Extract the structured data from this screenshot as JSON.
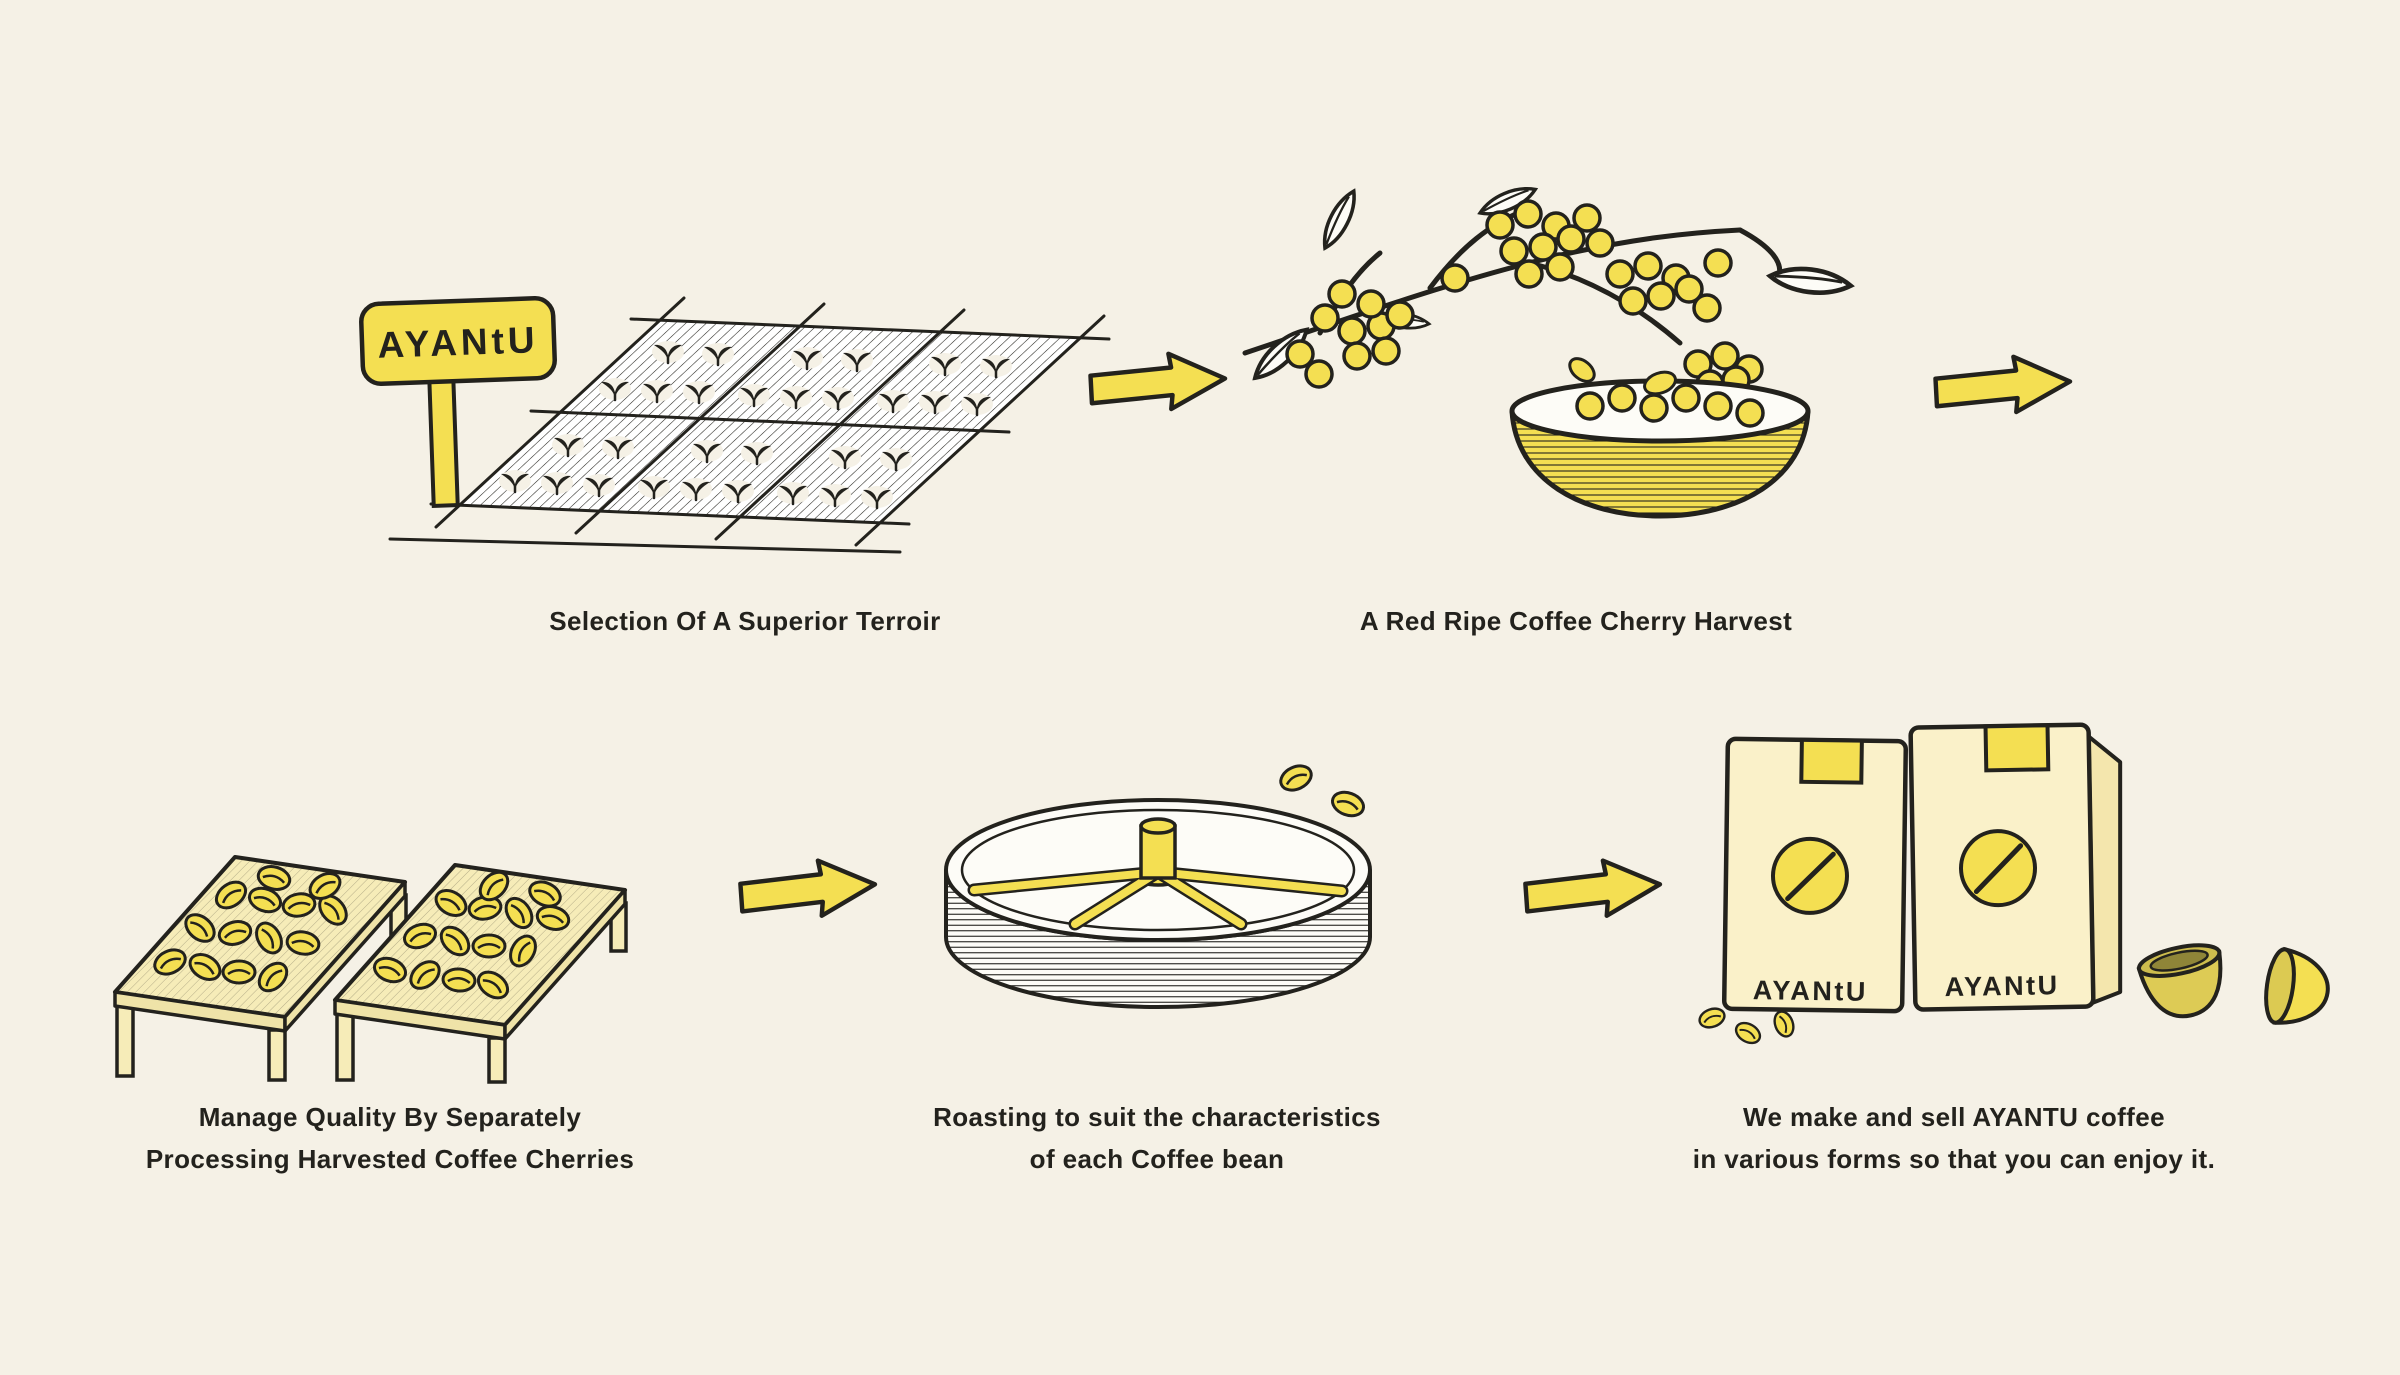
{
  "meta": {
    "title": "AYANTU coffee production process infographic"
  },
  "colors": {
    "background": "#f5f1e6",
    "accent_yellow": "#f4df52",
    "pale_bag_yellow": "#faf1c9",
    "pale_table_yellow": "#f6ecb8",
    "ink": "#23221d"
  },
  "brand": {
    "sign_label": "AYANtU",
    "bag_label": "AYANtU"
  },
  "steps": [
    {
      "id": "terroir",
      "lines": [
        "Selection Of A Superior Terroir"
      ]
    },
    {
      "id": "harvest",
      "lines": [
        "A Red Ripe Coffee Cherry Harvest"
      ]
    },
    {
      "id": "processing",
      "lines": [
        "Manage Quality By Separately",
        "Processing Harvested Coffee Cherries"
      ]
    },
    {
      "id": "roasting",
      "lines": [
        "Roasting to suit the characteristics",
        "of each Coffee bean"
      ]
    },
    {
      "id": "products",
      "lines": [
        "We make and sell AYANTU coffee",
        "in various forms so that you can enjoy it."
      ]
    }
  ],
  "icons": {
    "connector": "right-arrow-icon"
  }
}
